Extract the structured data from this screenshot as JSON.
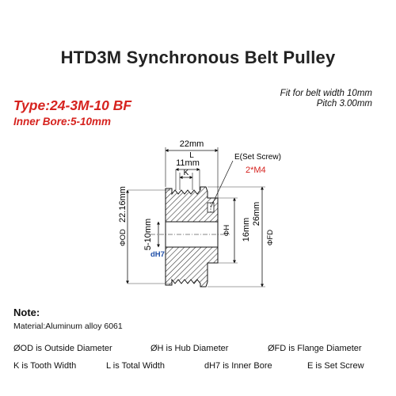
{
  "title": "HTD3M Synchronous Belt Pulley",
  "fit": {
    "line1": "Fit for belt width 10mm",
    "line2": "Pitch 3.00mm"
  },
  "type_label": "Type:24-3M-10 BF",
  "bore_label": "Inner Bore:5-10mm",
  "dims": {
    "total_length": "22mm",
    "total_length_sym": "L",
    "hub_length": "11mm",
    "tooth_sym": "K",
    "set_screw_label": "E(Set Screw)",
    "set_screw_value": "2*M4",
    "outside_dia": "22.16mm",
    "outside_sym": "ΦOD",
    "bore_range": "5-10mm",
    "bore_sym": "dH7",
    "hub_dia": "16mm",
    "hub_sym": "ΦH",
    "flange_dia": "26mm",
    "flange_sym": "ΦFD"
  },
  "note_title": "Note:",
  "material": "Material:Aluminum alloy 6061",
  "legend": [
    [
      "ØOD is Outside Diameter",
      "ØH is Hub Diameter",
      "ØFD is Flange Diameter"
    ],
    [
      "K is Tooth Width",
      "L is Total Width",
      "dH7 is Inner Bore",
      "E is Set Screw"
    ]
  ],
  "colors": {
    "accent_red": "#d6231f",
    "blue_label": "#1f4fa8",
    "hatch": "#333333"
  }
}
